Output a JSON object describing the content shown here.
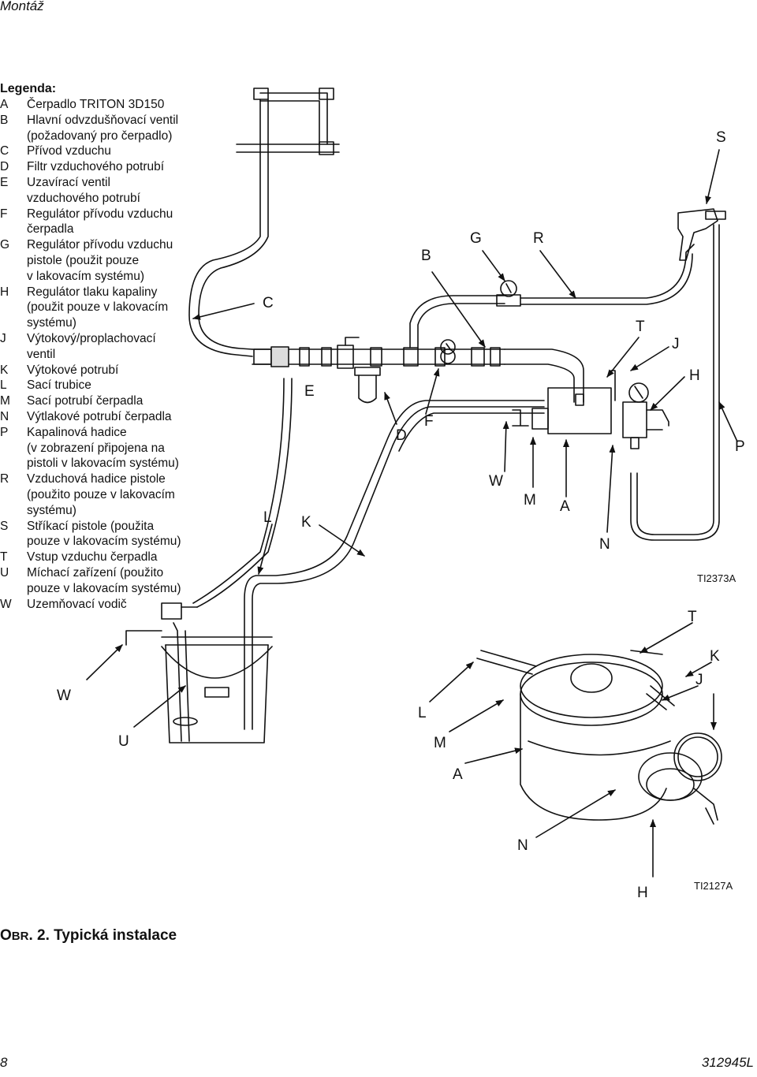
{
  "header": {
    "section": "Montáž"
  },
  "legend": {
    "title": "Legenda:",
    "items": [
      {
        "key": "A",
        "lines": [
          "Čerpadlo TRITON 3D150"
        ]
      },
      {
        "key": "B",
        "lines": [
          "Hlavní odvzdušňovací ventil",
          "(požadovaný pro čerpadlo)"
        ]
      },
      {
        "key": "C",
        "lines": [
          "Přívod vzduchu"
        ]
      },
      {
        "key": "D",
        "lines": [
          "Filtr vzduchového potrubí"
        ]
      },
      {
        "key": "E",
        "lines": [
          "Uzavírací ventil",
          "vzduchového potrubí"
        ]
      },
      {
        "key": "F",
        "lines": [
          "Regulátor přívodu vzduchu",
          "čerpadla"
        ]
      },
      {
        "key": "G",
        "lines": [
          "Regulátor přívodu vzduchu",
          "pistole (použit pouze",
          "v lakovacím systému)"
        ]
      },
      {
        "key": "H",
        "lines": [
          "Regulátor tlaku kapaliny",
          "(použit pouze v lakovacím",
          "systému)"
        ]
      },
      {
        "key": "J",
        "lines": [
          "Výtokový/proplachovací",
          "ventil"
        ]
      },
      {
        "key": "K",
        "lines": [
          "Výtokové potrubí"
        ]
      },
      {
        "key": "L",
        "lines": [
          "Sací trubice"
        ]
      },
      {
        "key": "M",
        "lines": [
          "Sací potrubí čerpadla"
        ]
      },
      {
        "key": "N",
        "lines": [
          "Výtlakové potrubí čerpadla"
        ]
      },
      {
        "key": "P",
        "lines": [
          "Kapalinová hadice",
          "(v zobrazení připojena na",
          "pistoli v lakovacím systému)"
        ]
      },
      {
        "key": "R",
        "lines": [
          "Vzduchová hadice pistole",
          "(použito pouze v lakovacím",
          "systému)"
        ]
      },
      {
        "key": "S",
        "lines": [
          "Stříkací pistole (použita",
          "pouze v lakovacím systému)"
        ]
      },
      {
        "key": "T",
        "lines": [
          "Vstup vzduchu čerpadla"
        ]
      },
      {
        "key": "U",
        "lines": [
          "Míchací zařízení (použito",
          "pouze v lakovacím systému)"
        ]
      },
      {
        "key": "W",
        "lines": [
          "Uzemňovací vodič"
        ]
      }
    ]
  },
  "diagram1": {
    "callouts": [
      "C",
      "B",
      "G",
      "R",
      "S",
      "T",
      "J",
      "H",
      "E",
      "D",
      "F",
      "P",
      "W",
      "M",
      "A",
      "N",
      "L",
      "K"
    ],
    "figure_id": "TI2373A"
  },
  "diagram2": {
    "callouts": [
      "T",
      "K",
      "J",
      "W",
      "L",
      "U",
      "M",
      "A",
      "N",
      "H"
    ],
    "figure_id": "TI2127A"
  },
  "caption": {
    "prefix_big": "O",
    "prefix_small": "BR",
    "rest": ". 2. Typická instalace"
  },
  "footer": {
    "page": "8",
    "doc": "312945L"
  }
}
